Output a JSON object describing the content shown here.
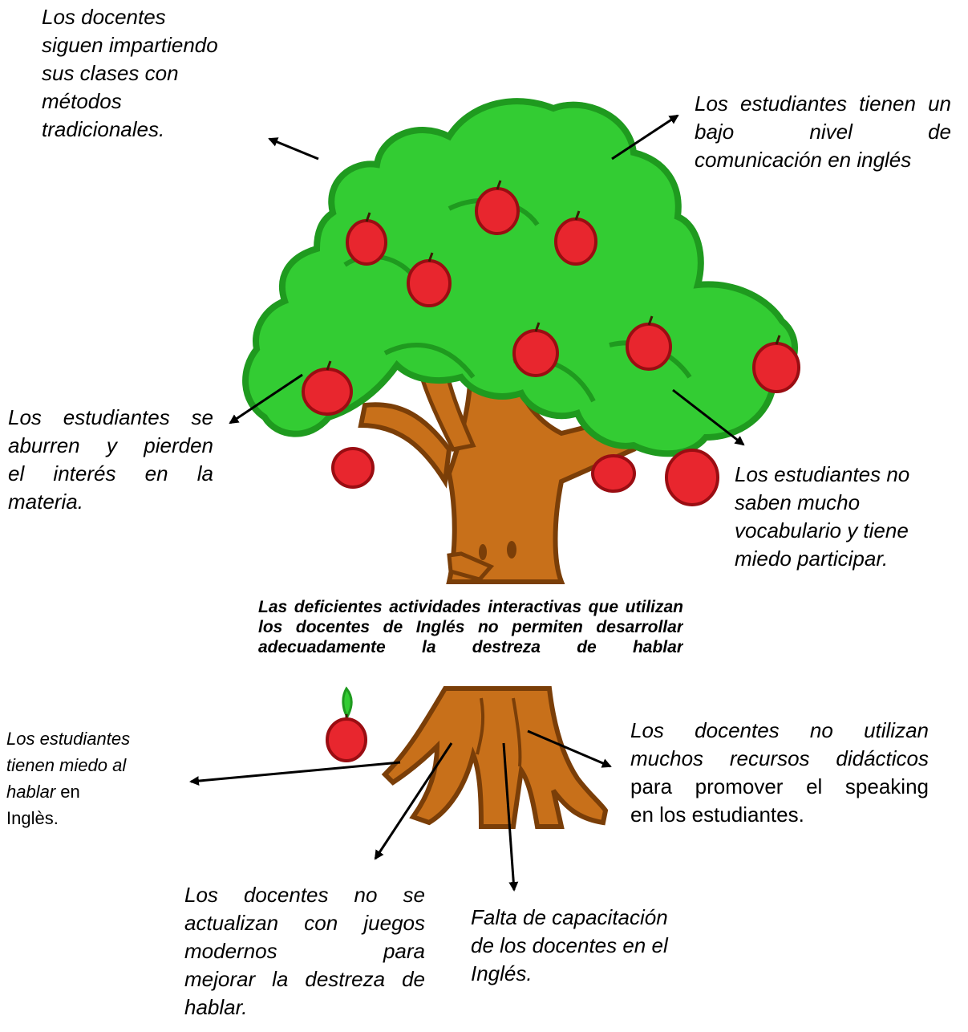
{
  "diagram": {
    "effects": {
      "e1": [
        "Los docentes",
        "siguen impartiendo",
        "sus clases con",
        "métodos",
        "tradicionales."
      ],
      "e2": [
        "Los estudiantes tienen un",
        "bajo nivel de",
        "comunicación en inglés"
      ],
      "e3": [
        "Los estudiantes se",
        "aburren y pierden",
        "el interés en la",
        "materia."
      ],
      "e4": [
        "Los estudiantes no",
        "saben mucho",
        "vocabulario y tiene",
        "miedo participar."
      ]
    },
    "problem": "Las deficientes  actividades interactivas que utilizan los docentes de Inglés no permiten desarrollar adecuadamente la destreza de hablar",
    "causes": {
      "c1": {
        "italic": [
          "Los estudiantes",
          "tienen miedo al",
          "hablar"
        ],
        "upright_tail": "en",
        "upright_last": "Inglès."
      },
      "c2": {
        "italic": [
          "Los docentes no utilizan",
          "muchos recursos didácticos"
        ],
        "upright": [
          "para promover el speaking",
          "en los estudiantes."
        ]
      },
      "c3": [
        "Los docentes no se",
        "actualizan con juegos",
        "modernos para",
        "mejorar la destreza de",
        "hablar."
      ],
      "c4": [
        "Falta de capacitación",
        "de los docentes en el",
        "Inglés."
      ]
    },
    "colors": {
      "foliage": "#33cc33",
      "foliage_dark": "#1f9a1f",
      "trunk": "#c8701a",
      "trunk_dark": "#7a3e08",
      "apple": "#e8262e",
      "apple_dark": "#9a0d12",
      "arrow": "#000000"
    }
  }
}
